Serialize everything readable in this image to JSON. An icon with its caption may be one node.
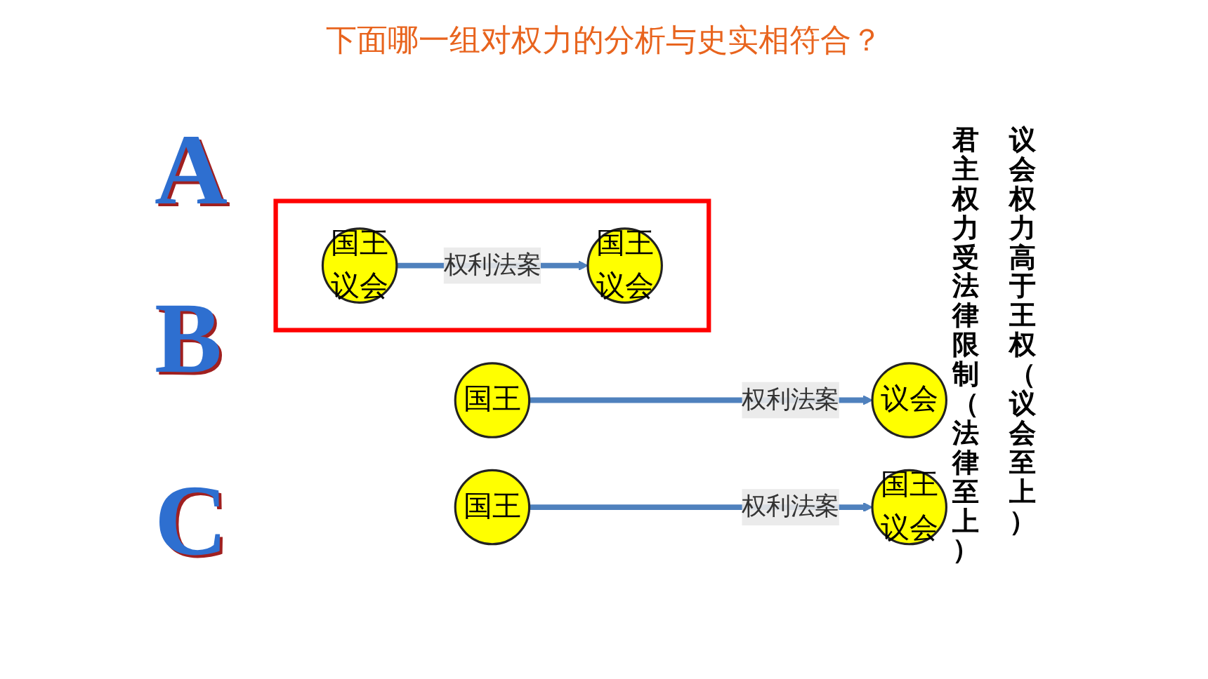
{
  "diagram": {
    "title": "下面哪一组对权力的分析与史实相符合？",
    "nodes": [
      {
        "text": [
          "国王"
        ]
      },
      {
        "text": [
          "议会"
        ]
      },
      {
        "text": [],
        "shape": "box"
      },
      {
        "text": [
          "国王",
          "议会"
        ],
        "in": 2
      },
      {
        "text": [
          "国王",
          "议会"
        ],
        "in": 2
      },
      {
        "text": [
          "国王"
        ]
      },
      {
        "text": [
          "国王",
          "议会"
        ]
      }
    ],
    "edges": [
      {
        "from": 0,
        "to": 1,
        "arrow": "to",
        "label": "权利法案"
      },
      {
        "from": 3,
        "to": 4,
        "arrow": "to",
        "label": "权利法案"
      },
      {
        "from": 5,
        "to": 6,
        "arrow": "to",
        "label": "权利法案"
      }
    ],
    "labels": [
      "A",
      "B",
      "C",
      "议会权力高于王权（议会至上）",
      "君主权力受法律限制（法律至上）"
    ]
  }
}
